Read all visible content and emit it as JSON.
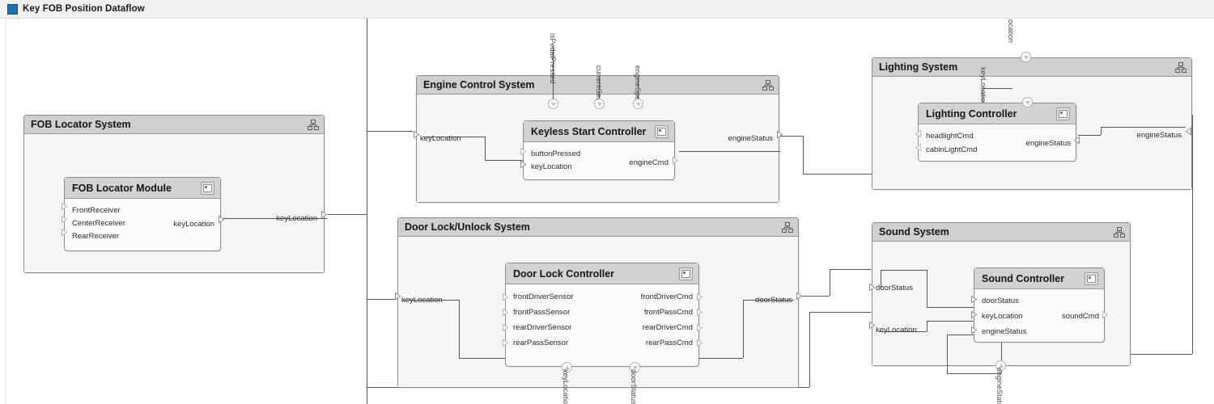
{
  "window": {
    "title": "Key FOB Position Dataflow",
    "icon": "simulink-model-icon",
    "accent": "#1f6fb5"
  },
  "colors": {
    "system_header": "#cfcfcf",
    "block_header": "#d2d2d2",
    "system_fill": "#f5f5f5",
    "block_fill": "#fafafa",
    "border": "#8c8c8c",
    "wire": "#555555"
  },
  "systems": [
    {
      "id": "fob-locator-system",
      "title": "FOB Locator System",
      "icon": "subsystem-hierarchy-icon",
      "boundary_ports": [
        {
          "label": "keyLocation",
          "direction": "out",
          "side": "right"
        }
      ],
      "block": {
        "id": "fob-locator-module",
        "title": "FOB Locator Module",
        "icon": "stateflow-chart-icon",
        "inputs": [
          "FrontReceiver",
          "CenterReceiver",
          "RearReceiver"
        ],
        "outputs": [
          "keyLocation"
        ]
      }
    },
    {
      "id": "engine-control-system",
      "title": "Engine Control System",
      "icon": "subsystem-hierarchy-icon",
      "boundary_ports": [
        {
          "label": "keyLocation",
          "direction": "in",
          "side": "left"
        },
        {
          "label": "engineStatus",
          "direction": "out",
          "side": "right"
        }
      ],
      "top_labels": [
        "isPedalPressed",
        "currentGear",
        "engineSpeed"
      ],
      "block": {
        "id": "keyless-start-controller",
        "title": "Keyless Start Controller",
        "icon": "stateflow-chart-icon",
        "inputs": [
          "buttonPressed",
          "keyLocation"
        ],
        "outputs": [
          "engineCmd"
        ],
        "top_ports": [
          "isPedalPressed",
          "currentGear",
          "engineSpeed"
        ]
      }
    },
    {
      "id": "door-lock-unlock-system",
      "title": "Door Lock/Unlock System",
      "icon": "subsystem-hierarchy-icon",
      "boundary_ports": [
        {
          "label": "keyLocation",
          "direction": "in",
          "side": "left"
        },
        {
          "label": "doorStatus",
          "direction": "out",
          "side": "right"
        }
      ],
      "block": {
        "id": "door-lock-controller",
        "title": "Door Lock Controller",
        "icon": "stateflow-chart-icon",
        "inputs": [
          "frontDriverSensor",
          "frontPassSensor",
          "rearDriverSensor",
          "rearPassSensor"
        ],
        "outputs": [
          "frontDriverCmd",
          "frontPassCmd",
          "rearDriverCmd",
          "rearPassCmd"
        ],
        "bottom_ports": [
          {
            "label": "keyLocation",
            "direction": "in"
          },
          {
            "label": "doorStatus",
            "direction": "out"
          }
        ]
      }
    },
    {
      "id": "lighting-system",
      "title": "Lighting System",
      "icon": "subsystem-hierarchy-icon",
      "boundary_ports": [
        {
          "label": "keyLocation",
          "direction": "in",
          "side": "top"
        },
        {
          "label": "engineStatus",
          "direction": "in",
          "side": "right"
        }
      ],
      "block": {
        "id": "lighting-controller",
        "title": "Lighting Controller",
        "icon": "stateflow-chart-icon",
        "outputs_left": [
          "headlightCmd",
          "cabinLightCmd"
        ],
        "inputs_right": [
          "engineStatus"
        ],
        "top_ports": [
          "keyLocation"
        ]
      }
    },
    {
      "id": "sound-system",
      "title": "Sound System",
      "icon": "subsystem-hierarchy-icon",
      "boundary_ports": [
        {
          "label": "doorStatus",
          "direction": "in",
          "side": "left"
        },
        {
          "label": "keyLocation",
          "direction": "in",
          "side": "left"
        },
        {
          "label": "engineStatus",
          "direction": "in",
          "side": "bottom"
        }
      ],
      "block": {
        "id": "sound-controller",
        "title": "Sound Controller",
        "icon": "stateflow-chart-icon",
        "inputs": [
          "doorStatus",
          "keyLocation",
          "engineStatus"
        ],
        "outputs": [
          "soundCmd"
        ]
      }
    }
  ],
  "canvas_labels": {
    "top_keylocation": "keyLocation",
    "lighting_keylocation": "keyLocation",
    "sound_enginestatus": "engineStatus",
    "door_keylocation": "keyLocation",
    "door_doorstatus": "doorStatus"
  }
}
